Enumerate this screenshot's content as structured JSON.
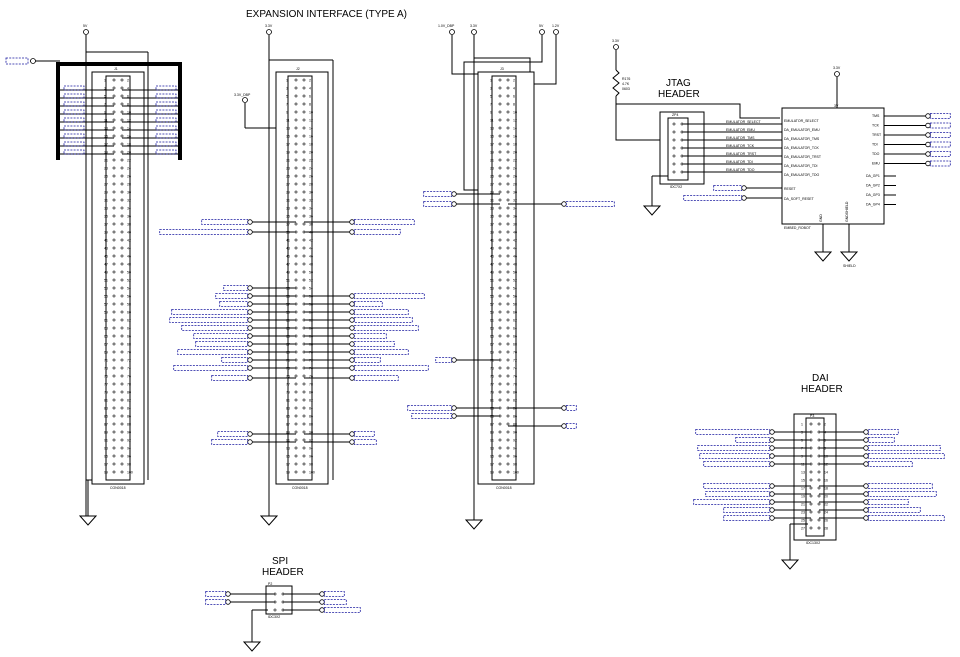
{
  "titles": {
    "expansion": "EXPANSION INTERFACE (TYPE A)",
    "jtag_line1": "JTAG",
    "jtag_line2": "HEADER",
    "dai_line1": "DAI",
    "dai_line2": "HEADER",
    "spi_line1": "SPI",
    "spi_line2": "HEADER"
  },
  "rails": {
    "j1": "5V",
    "j2": "3.3V",
    "j2_dbp": "3.3V_DBP",
    "j3_a": "1.0V_DBP",
    "j3_b": "3.3V",
    "j3_c": "5V",
    "j3_d": "1.2V",
    "jtag_pullup": "3.3V",
    "emu": "3.3V"
  },
  "connectors": {
    "j1": {
      "ref": "J1",
      "part": "CON0018"
    },
    "j2": {
      "ref": "J2",
      "part": "CON0018"
    },
    "j3": {
      "ref": "J3",
      "part": "CON0018"
    },
    "zp4": {
      "ref": "ZP4",
      "part": "IDC7X2"
    },
    "dai": {
      "ref": "P3",
      "part": "IDC13X2"
    },
    "spi": {
      "ref": "P2",
      "part": "IDC3X2"
    }
  },
  "resistor": {
    "ref": "R176",
    "value": "4.7K",
    "pkg": "0603"
  },
  "emulator": {
    "part": "EMBED_ROBOT",
    "top_pin": "3V",
    "left_pins": [
      "EMULATOR_SELECT",
      "DA_EMULATOR_EMU",
      "DA_EMULATOR_TMS",
      "DA_EMULATOR_TCK",
      "DA_EMULATOR_TRST",
      "DA_EMULATOR_TDI",
      "DA_EMULATOR_TDO"
    ],
    "left_pins_low": [
      "RESET",
      "DA_SOFT_RESET"
    ],
    "right_pins": [
      "TMS",
      "TCK",
      "TRST",
      "TDI",
      "TDO",
      "EMU"
    ],
    "right_gpio": [
      "DA_GP1",
      "DA_GP2",
      "DA_GP3",
      "DA_GP4"
    ],
    "bottom_pins": [
      "GND",
      "GNDSHIELD"
    ]
  },
  "jtag_nets": [
    "EMULATOR_SELECT",
    "EMULATOR_EMU",
    "EMULATOR_TMS",
    "EMULATOR_TCK",
    "EMULATOR_TRST",
    "EMULATOR_TDI",
    "EMULATOR_TDO"
  ],
  "gnd_labels": {
    "shield": "SHIELD"
  }
}
